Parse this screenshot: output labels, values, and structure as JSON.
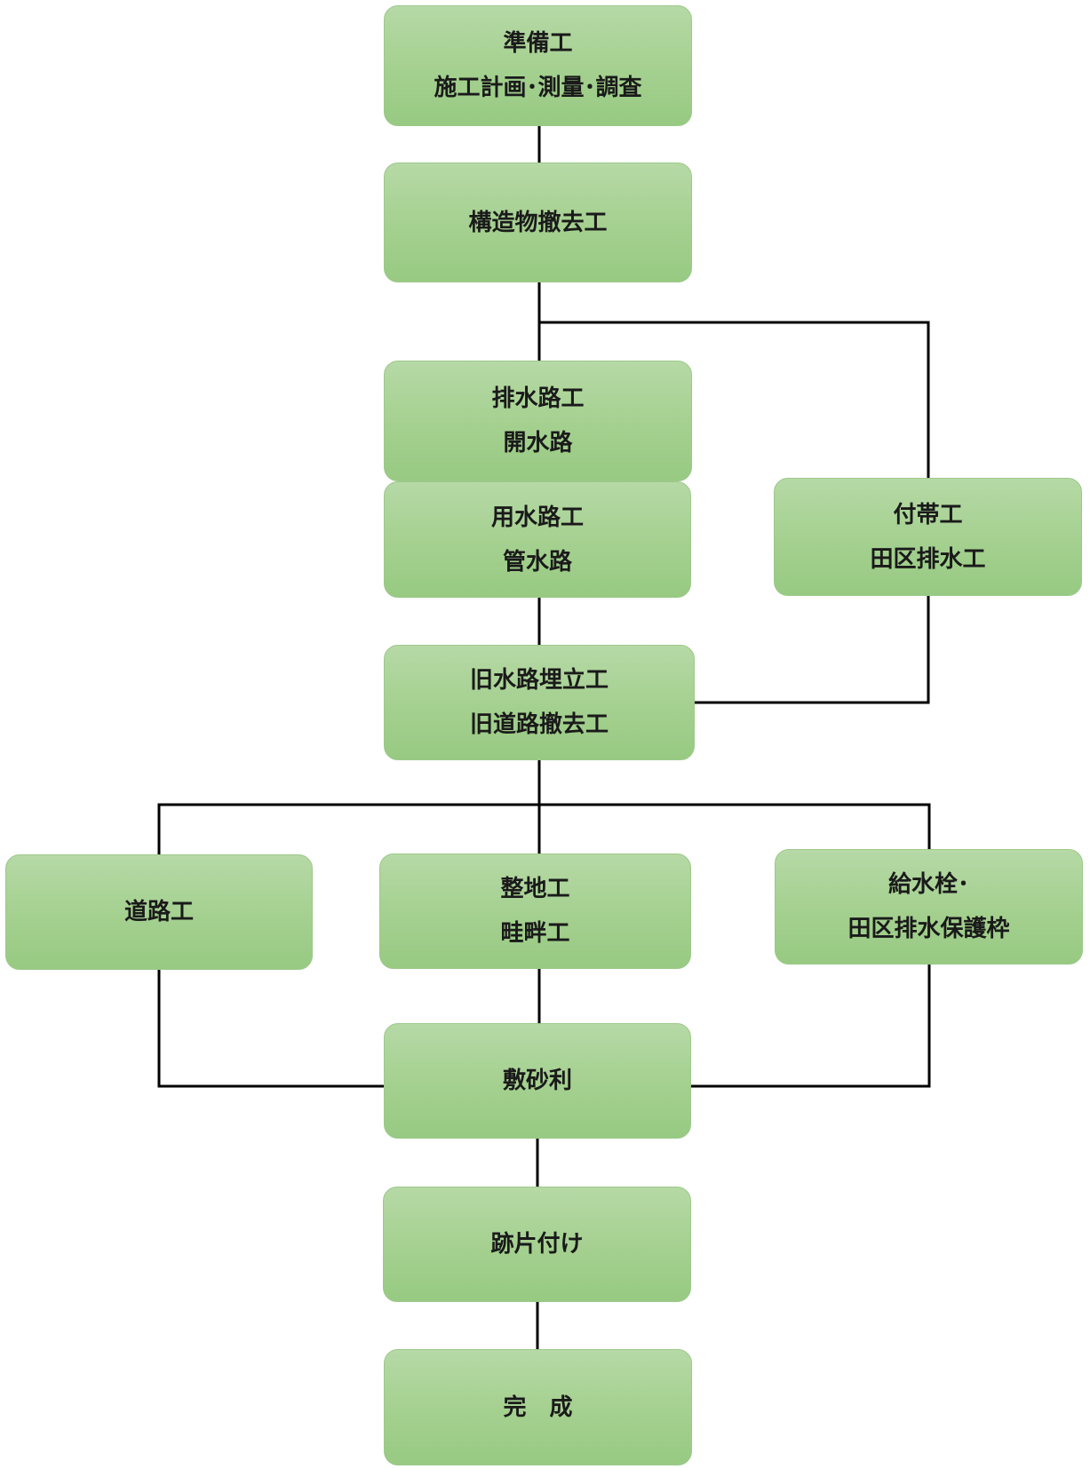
{
  "colors": {
    "node_fill": "#a4d08f",
    "node_border": "#9cc98a",
    "connector": "#000000"
  },
  "nodes": {
    "prep": [
      "準備工",
      "施工計画･測量･調査"
    ],
    "demolition": [
      "構造物撤去工"
    ],
    "drainage": [
      "排水路工",
      "開水路"
    ],
    "irrigation": [
      "用水路工",
      "管水路"
    ],
    "ancillary": [
      "付帯工",
      "田区排水工"
    ],
    "old_channel": [
      "旧水路埋立工",
      "旧道路撤去工"
    ],
    "road": [
      "道路工"
    ],
    "leveling": [
      "整地工",
      "畦畔工"
    ],
    "hydrant": [
      "給水栓･",
      "田区排水保護枠"
    ],
    "gravel": [
      "敷砂利"
    ],
    "cleanup": [
      "跡片付け"
    ],
    "complete": [
      "完　成"
    ]
  }
}
